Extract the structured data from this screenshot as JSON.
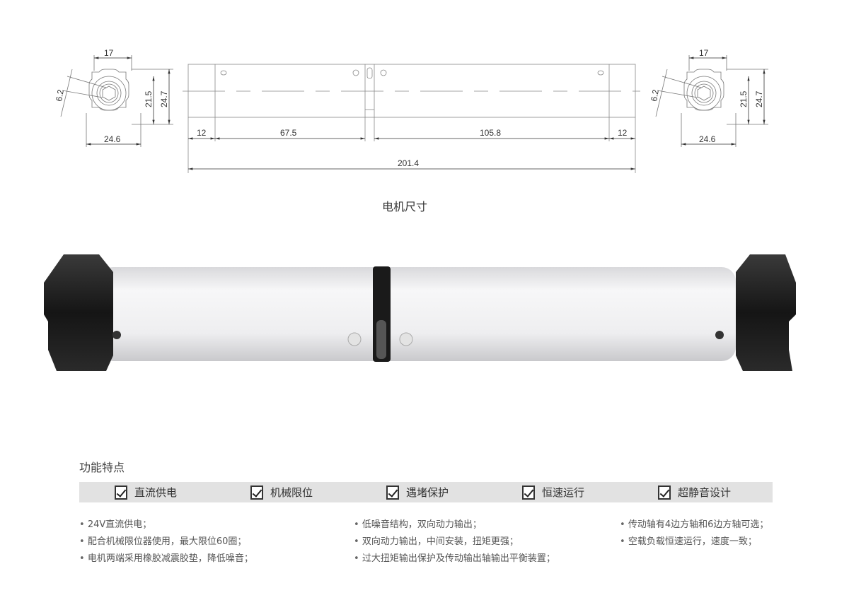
{
  "drawing": {
    "end_view_left": {
      "top_width": "17",
      "shaft": "6.2",
      "inner_height": "21.5",
      "outer_height": "24.7",
      "bottom_width": "24.6"
    },
    "end_view_right": {
      "top_width": "17",
      "shaft": "6.2",
      "inner_height": "21.5",
      "outer_height": "24.7",
      "bottom_width": "24.6"
    },
    "segments": [
      "12",
      "67.5",
      "105.8",
      "12"
    ],
    "total_length": "201.4",
    "caption": "电机尺寸"
  },
  "features": {
    "title": "功能特点",
    "items": [
      "直流供电",
      "机械限位",
      "遇堵保护",
      "恒速运行",
      "超静音设计"
    ],
    "columns": [
      [
        "24V直流供电；",
        "配合机械限位器使用，最大限位60圈；",
        "电机两端采用橡胶减震胶垫，降低噪音；"
      ],
      [
        "低噪音结构，双向动力输出；",
        "双向动力输出，中间安装，扭矩更强；",
        "过大扭矩输出保护及传动输出轴输出平衡装置；"
      ],
      [
        "传动轴有4边方轴和6边方轴可选；",
        "空载负载恒速运行，速度一致；"
      ]
    ]
  }
}
